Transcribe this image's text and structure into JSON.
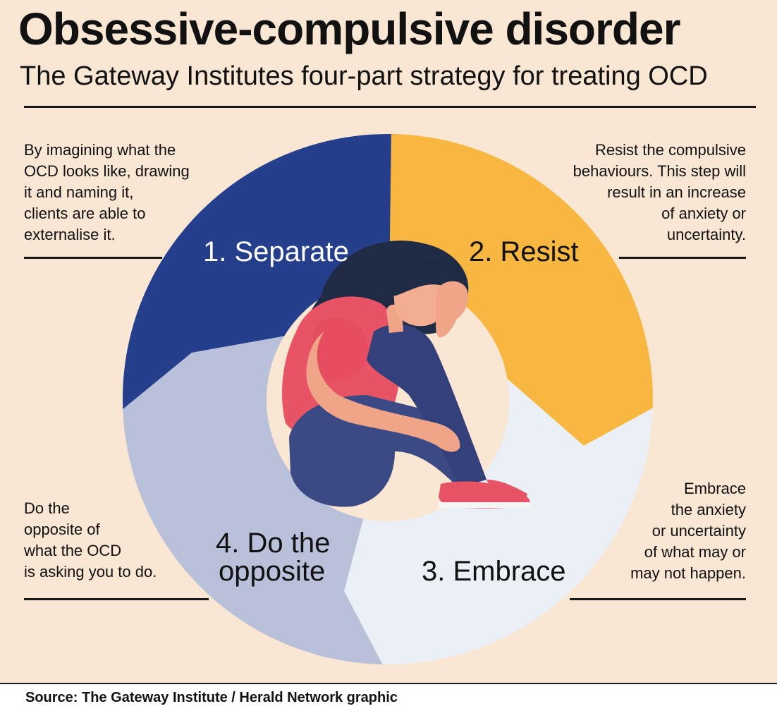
{
  "header": {
    "title": "Obsessive-compulsive disorder",
    "subtitle": "The Gateway Institutes four-part strategy for treating OCD"
  },
  "steps": [
    {
      "label": "1. Separate",
      "note": "By imagining what the\nOCD looks like, drawing\nit and naming it,\nclients are able to\nexternalise it.",
      "color": "#253f8d"
    },
    {
      "label": "2. Resist",
      "note": "Resist the compulsive\nbehaviours. This step will\nresult in an increase\nof anxiety or\nuncertainty.",
      "color": "#f7b740"
    },
    {
      "label": "3. Embrace",
      "note": "Embrace\nthe anxiety\nor uncertainty\nof what may or\nmay not happen.",
      "color": "#eaf0f5"
    },
    {
      "label_line1": "4. Do the",
      "label_line2": "opposite",
      "note": "Do the\nopposite of\nwhat the OCD\nis asking you to do.",
      "color": "#b9c0da"
    }
  ],
  "footer": {
    "source": "Source: The Gateway Institute / Herald Network graphic"
  }
}
